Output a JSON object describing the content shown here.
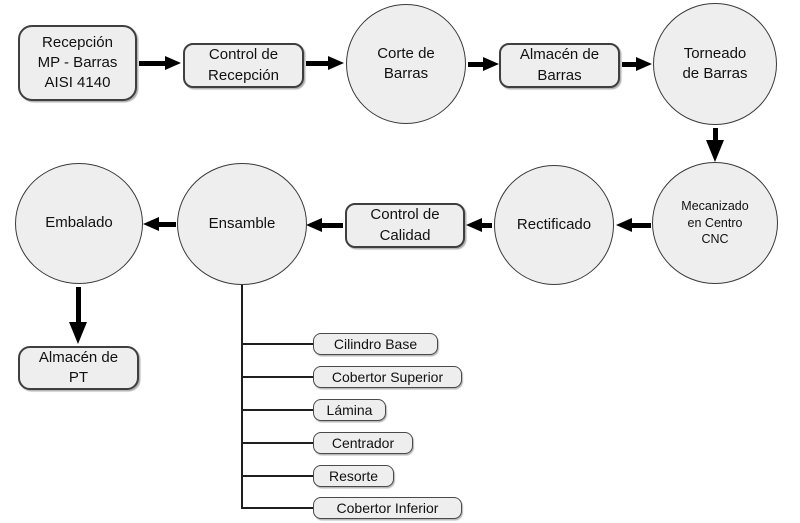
{
  "diagram": {
    "type": "process-flowchart",
    "language": "es",
    "background": "#ffffff",
    "colors": {
      "node_fill": "#eeeeee",
      "node_border": "#3a3a3a",
      "connector": "#000000",
      "text": "#111111"
    },
    "nodes": {
      "recepcion_mp": {
        "label": "Recepción\nMP - Barras\nAISI 4140",
        "shape": "rounded-rect"
      },
      "control_recepcion": {
        "label": "Control de\nRecepción",
        "shape": "rounded-rect"
      },
      "corte_barras": {
        "label": "Corte de\nBarras",
        "shape": "circle"
      },
      "almacen_barras": {
        "label": "Almacén de\nBarras",
        "shape": "rounded-rect"
      },
      "torneado_barras": {
        "label": "Torneado\nde Barras",
        "shape": "circle"
      },
      "mecanizado_cnc": {
        "label": "Mecanizado\nen Centro\nCNC",
        "shape": "circle"
      },
      "rectificado": {
        "label": "Rectificado",
        "shape": "circle"
      },
      "control_calidad": {
        "label": "Control de\nCalidad",
        "shape": "rounded-rect"
      },
      "ensamble": {
        "label": "Ensamble",
        "shape": "circle"
      },
      "embalado": {
        "label": "Embalado",
        "shape": "circle"
      },
      "almacen_pt": {
        "label": "Almacén de\nPT",
        "shape": "rounded-rect"
      }
    },
    "flow_order": [
      "recepcion_mp",
      "control_recepcion",
      "corte_barras",
      "almacen_barras",
      "torneado_barras",
      "mecanizado_cnc",
      "rectificado",
      "control_calidad",
      "ensamble",
      "embalado",
      "almacen_pt"
    ],
    "parts_parent": "ensamble",
    "parts": [
      {
        "label": "Cilindro Base"
      },
      {
        "label": "Cobertor Superior"
      },
      {
        "label": "Lámina"
      },
      {
        "label": "Centrador"
      },
      {
        "label": "Resorte"
      },
      {
        "label": "Cobertor Inferior"
      }
    ]
  }
}
